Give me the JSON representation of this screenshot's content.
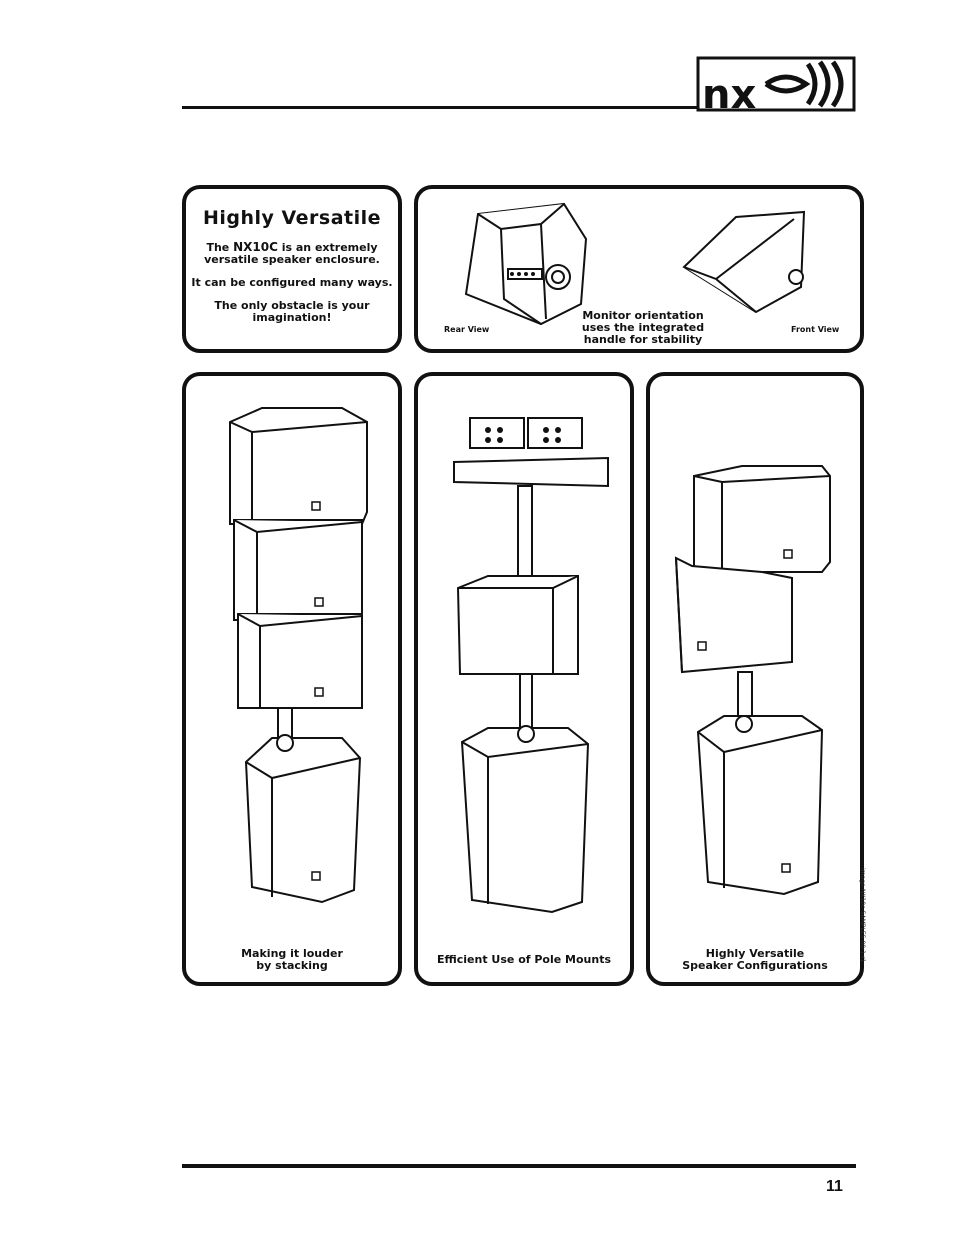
{
  "header": {
    "logo_text": "nx"
  },
  "intro_panel": {
    "title": "Highly Versatile",
    "line1_prefix": "The ",
    "line1_bold": "NX10C",
    "line1_suffix": " is an extremely",
    "line2": "versatile speaker enclosure.",
    "line3": "It can be configured many ways.",
    "line4": "The only obstacle is your",
    "line5": "imagination!"
  },
  "monitor_panel": {
    "rear_label": "Rear View",
    "front_label": "Front View",
    "caption_line1": "Monitor orientation",
    "caption_line2": "uses the integrated",
    "caption_line3": "handle for stability"
  },
  "panels": [
    {
      "caption_line1": "Making it louder",
      "caption_line2": "by stacking"
    },
    {
      "caption_line1": "Efficient Use of Pole Mounts"
    },
    {
      "caption_line1": "Highly Versatile",
      "caption_line2": "Speaker Configurations"
    }
  ],
  "side_code": "image-NX10c-SAMPLES-00-1-r1",
  "footer": {
    "page_number": "11"
  }
}
